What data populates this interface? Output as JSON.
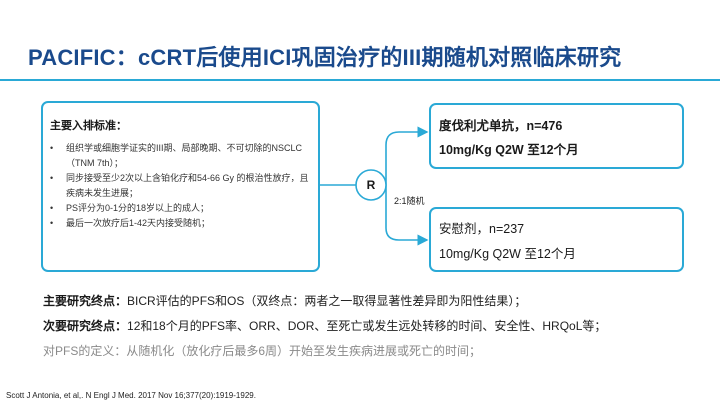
{
  "slide": {
    "title": "PACIFIC：cCRT后使用ICI巩固治疗的III期随机对照临床研究"
  },
  "criteria": {
    "heading": "主要入排标准：",
    "items": [
      "组织学或细胞学证实的III期、局部晚期、不可切除的NSCLC（TNM 7th）；",
      "同步接受至少2次以上含铂化疗和54-66 Gy 的根治性放疗，且疾病未发生进展；",
      "PS评分为0-1分的18岁以上的成人；",
      "最后一次放疗后1-42天内接受随机；"
    ]
  },
  "randomization": {
    "symbol": "R",
    "ratio": "2:1随机"
  },
  "arms": [
    {
      "name": "度伐利尤单抗，n=476",
      "dose": "10mg/Kg Q2W 至12个月"
    },
    {
      "name": "安慰剂，n=237",
      "dose": "10mg/Kg Q2W 至12个月"
    }
  ],
  "endpoints": {
    "primary_label": "主要研究终点：",
    "primary_text": "BICR评估的PFS和OS（双终点：两者之一取得显著性差异即为阳性结果）；",
    "secondary_label": "次要研究终点：",
    "secondary_text": "12和18个月的PFS率、ORR、DOR、至死亡或发生远处转移的时间、安全性、HRQoL等；",
    "definition": "对PFS的定义：从随机化（放化疗后最多6周）开始至发生疾病进展或死亡的时间；"
  },
  "reference": "Scott J Antonia, et al,. N Engl J Med. 2017 Nov 16;377(20):1919-1929.",
  "colors": {
    "accent": "#2aa9d6",
    "title": "#1a4a8c"
  }
}
